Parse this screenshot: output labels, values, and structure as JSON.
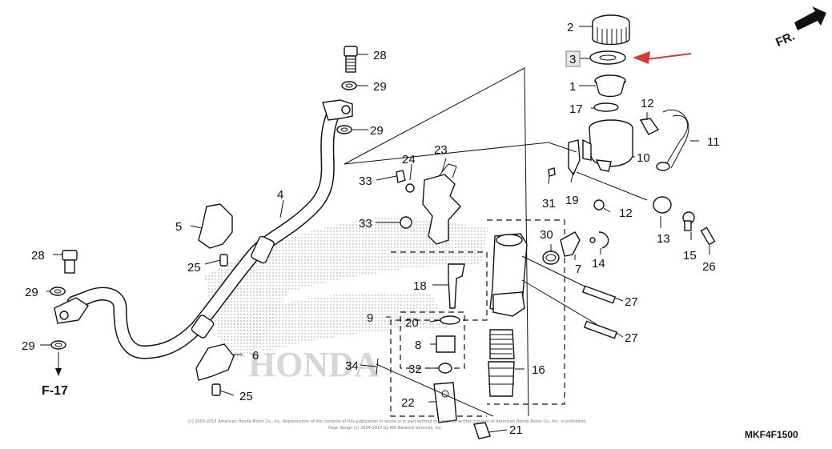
{
  "callouts": {
    "n1": "1",
    "n2": "2",
    "n3": "3",
    "n4": "4",
    "n5": "5",
    "n6": "6",
    "n7": "7",
    "n8": "8",
    "n9": "9",
    "n10": "10",
    "n11": "11",
    "n12a": "12",
    "n12b": "12",
    "n13": "13",
    "n14": "14",
    "n15": "15",
    "n16": "16",
    "n17": "17",
    "n18": "18",
    "n19": "19",
    "n20": "20",
    "n21": "21",
    "n22": "22",
    "n23": "23",
    "n24": "24",
    "n25a": "25",
    "n25b": "25",
    "n26": "26",
    "n27a": "27",
    "n27b": "27",
    "n28a": "28",
    "n28b": "28",
    "n29a": "29",
    "n29b": "29",
    "n29c": "29",
    "n29d": "29",
    "n30": "30",
    "n31": "31",
    "n32": "32",
    "n33a": "33",
    "n33b": "33",
    "n34": "34"
  },
  "reference": "F-17",
  "direction": "FR.",
  "diagram_code": "MKF4F1500",
  "copyright_line1": "(c) 2003-2019 American Honda Motor Co., Inc. Reproduction of the contents of this publication in whole or in part without the express written consent of American Honda Motor Co., Inc. is prohibited.",
  "copyright_line2": "Page design (c) 2004-2017 by ARI Network Services, Inc.",
  "watermark": "HONDA",
  "colors": {
    "highlight_arrow": "#d63a34",
    "highlight_box": "#e8e8e8"
  }
}
